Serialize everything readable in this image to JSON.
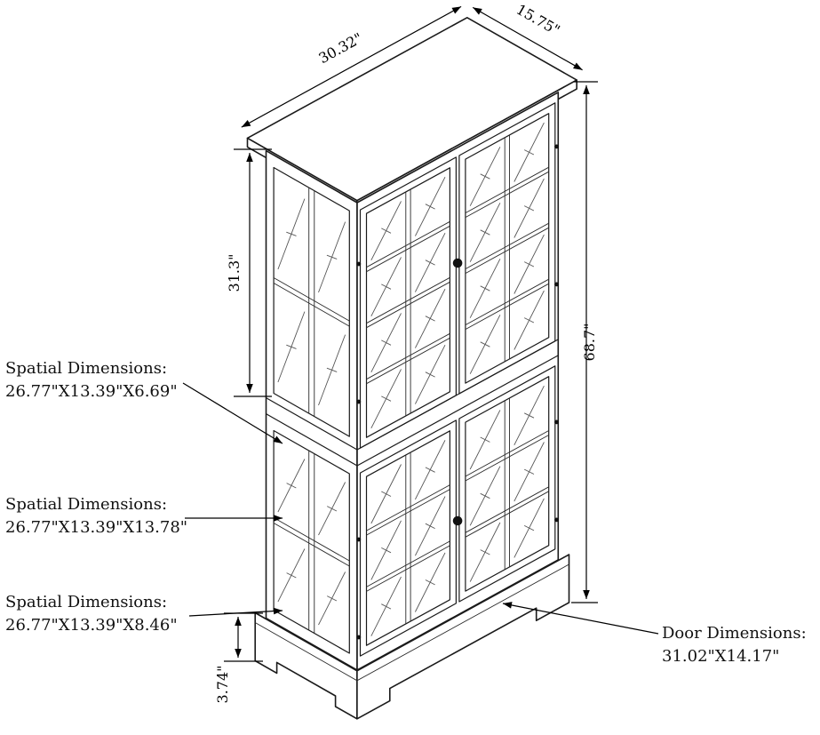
{
  "labels": {
    "dim_width": "30.32\"",
    "dim_depth": "15.75\"",
    "dim_upper_height": "31.3\"",
    "dim_total_height": "68.7\"",
    "dim_base_height": "3.74\"",
    "spatial_1": {
      "title": "Spatial Dimensions:",
      "value": "26.77\"X13.39\"X6.69\""
    },
    "spatial_2": {
      "title": "Spatial Dimensions:",
      "value": "26.77\"X13.39\"X13.78\""
    },
    "spatial_3": {
      "title": "Spatial Dimensions:",
      "value": "26.77\"X13.39\"X8.46\""
    },
    "door": {
      "title": "Door Dimensions:",
      "value": "31.02\"X14.17\""
    }
  }
}
